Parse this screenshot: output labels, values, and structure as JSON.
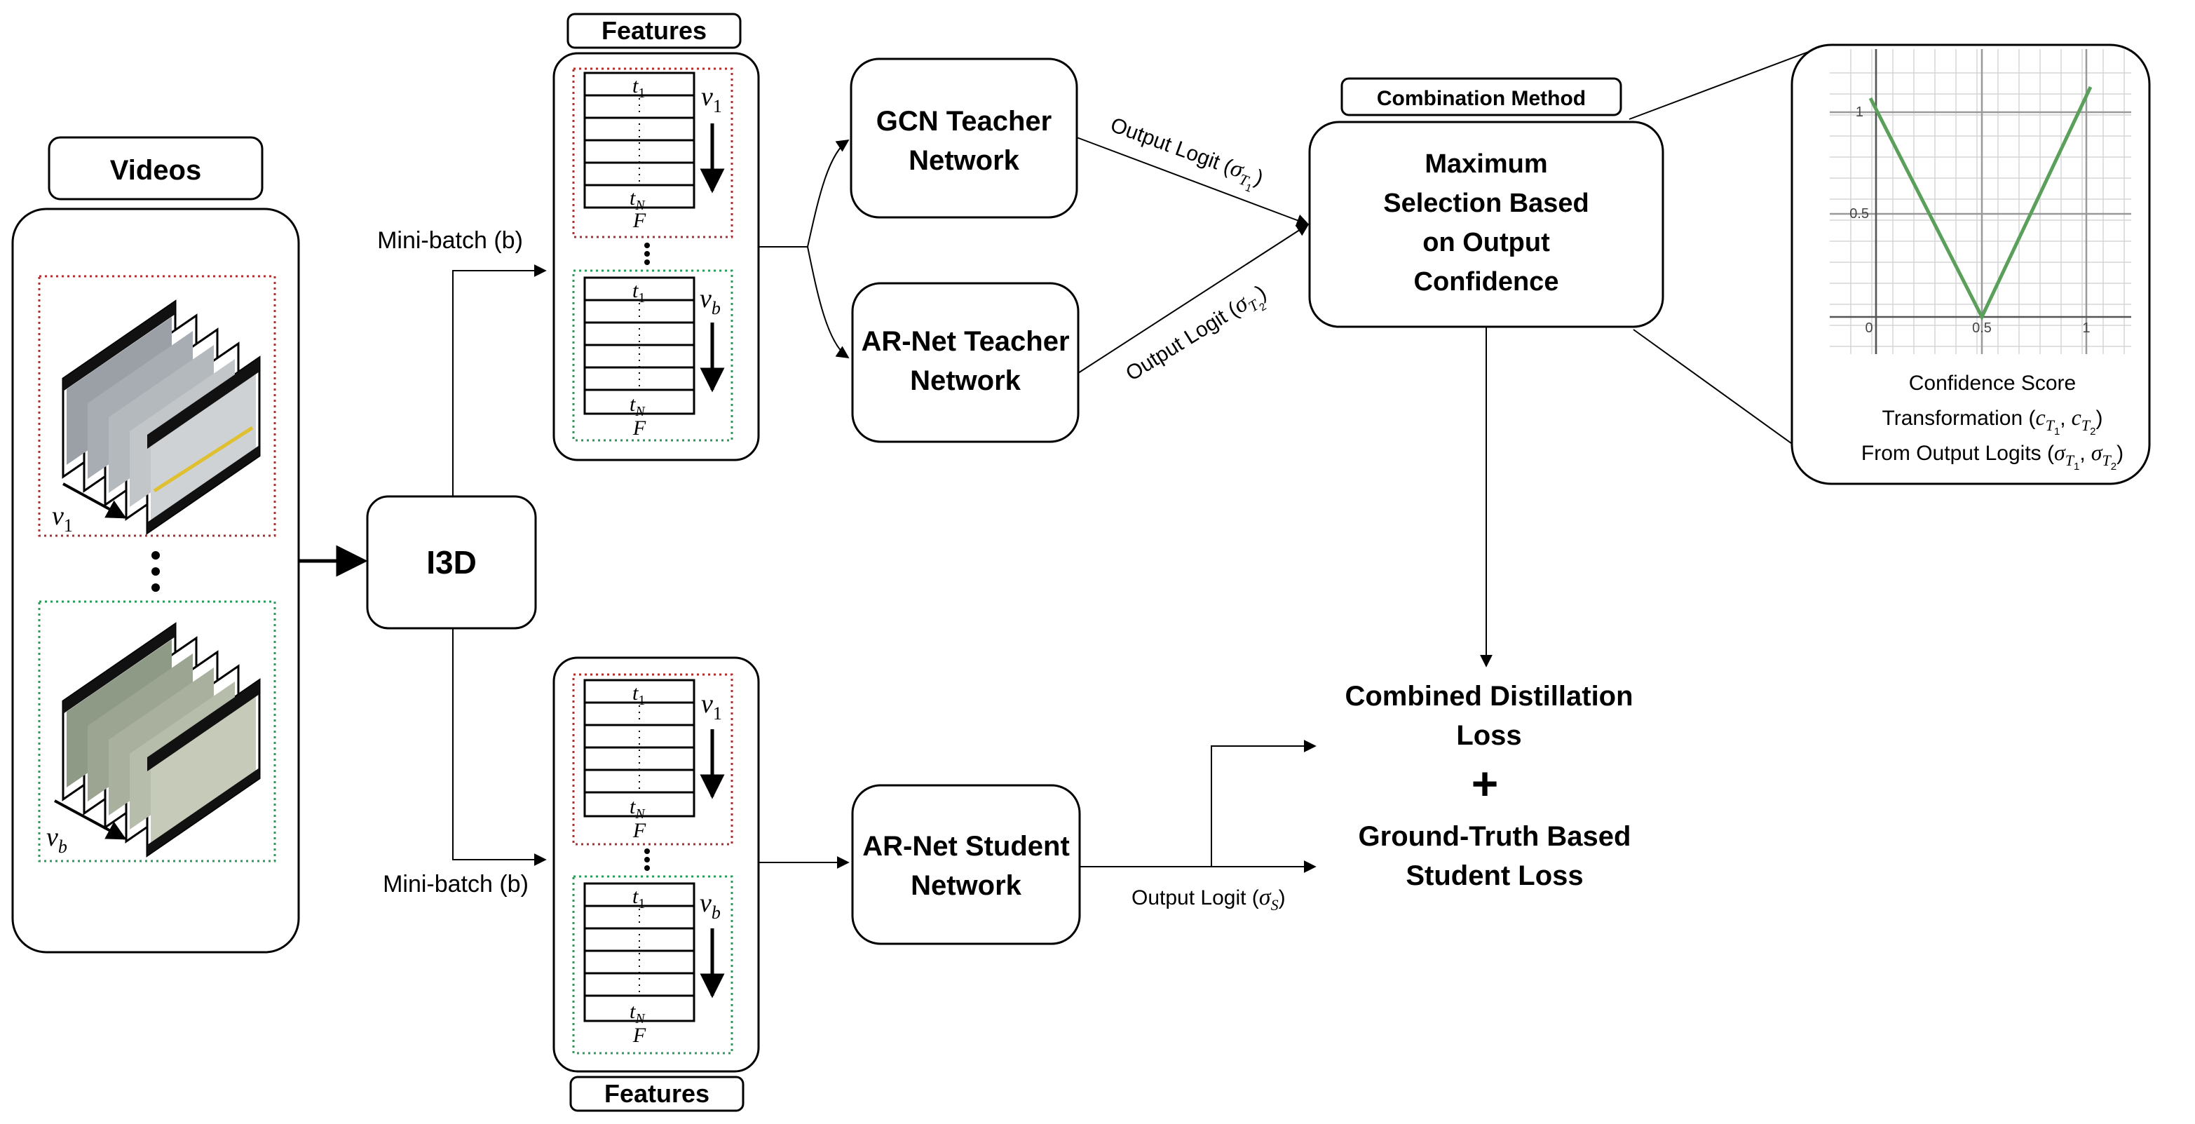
{
  "labels": {
    "videos": "Videos",
    "features_top": "Features",
    "features_bottom": "Features",
    "minibatch_top": "Mini-batch (b)",
    "minibatch_bottom": "Mini-batch (b)",
    "i3d": "I3D",
    "gcn_teacher_line1": "GCN Teacher",
    "gcn_teacher_line2": "Network",
    "arnet_teacher_line1": "AR-Net Teacher",
    "arnet_teacher_line2": "Network",
    "arnet_student_line1": "AR-Net Student",
    "arnet_student_line2": "Network",
    "combination_method": "Combination Method",
    "max_selection_line1": "Maximum",
    "max_selection_line2": "Selection Based",
    "max_selection_line3": "on Output",
    "max_selection_line4": "Confidence",
    "output_logit_t1": "Output Logit (",
    "output_logit_t2": "Output Logit (",
    "output_logit_s": "Output Logit (",
    "combined_line1": "Combined Distillation",
    "combined_line2": "Loss",
    "plus": "+",
    "gt_line1": "Ground-Truth Based",
    "gt_line2": "Student Loss",
    "conf_caption_line1": "Confidence Score",
    "conf_caption_line2": "Transformation (",
    "conf_caption_line3": "From Output Logits (",
    "sym_v1": "v",
    "sym_vb": "v",
    "sym_t1": "t",
    "sym_tN": "t",
    "sym_F": "F",
    "sym_sigma": "σ",
    "sym_c": "c",
    "sub_1": "1",
    "sub_b": "b",
    "sub_N": "N",
    "sub_T1": "T",
    "sub_S": "S",
    "ellipsis": "⋮",
    "dots": "•",
    "comma": ",",
    "close_paren": ")",
    "graph_ticks_x": [
      "0",
      "0.5",
      "1"
    ],
    "graph_ticks_y": [
      "1",
      "0.5"
    ]
  },
  "colors": {
    "line": "#000000",
    "red_dotted": "#b03030",
    "green_dotted": "#2e9a5a",
    "graph_line": "#5aa05a",
    "grid": "#cfcfcf"
  },
  "icons": {
    "video_frames": "film-strip-stack-icon"
  }
}
